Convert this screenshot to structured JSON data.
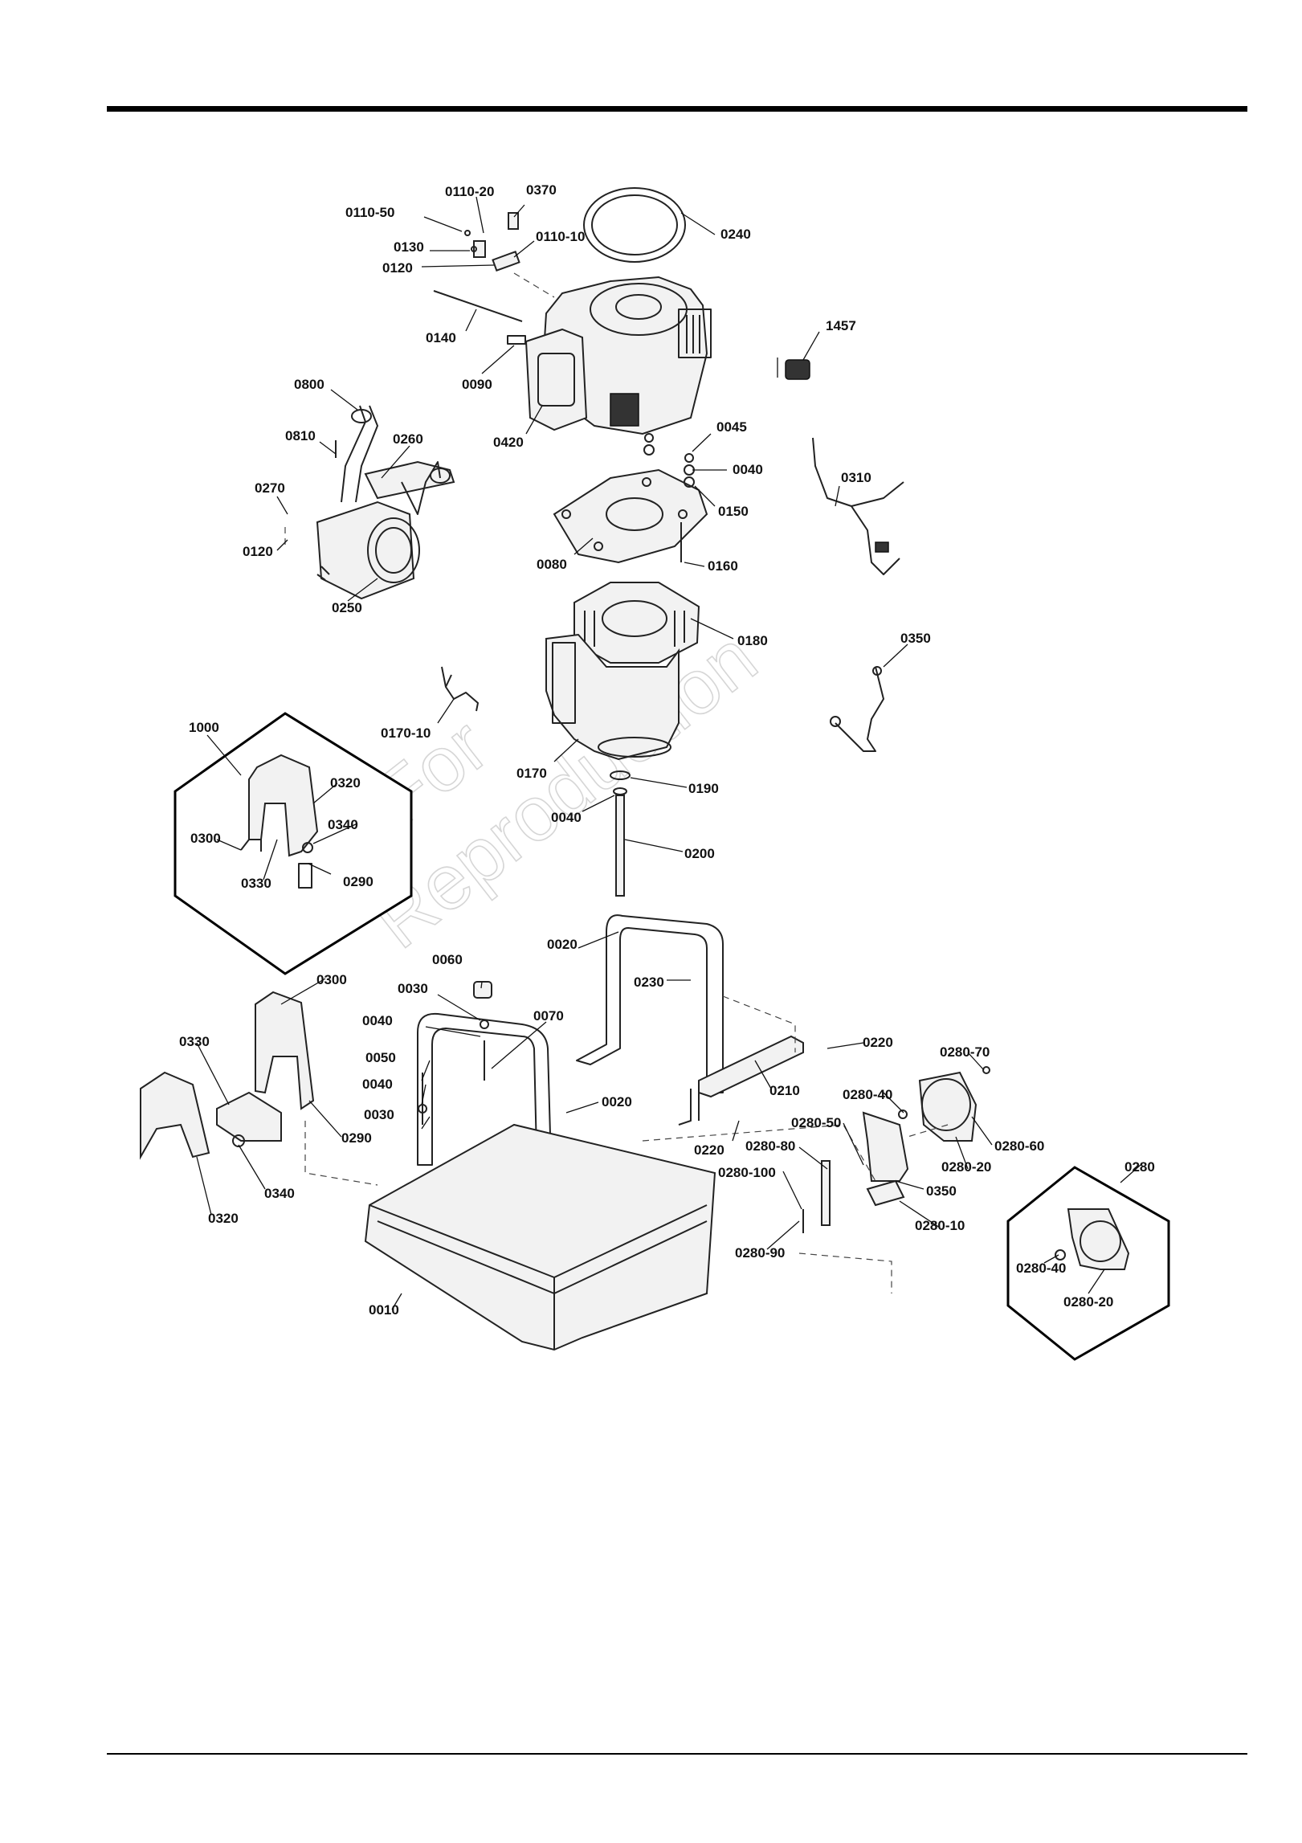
{
  "watermark": {
    "line1": "Not For",
    "line2": "Reproduction"
  },
  "callouts": {
    "c0110_20": "0110-20",
    "c0370": "0370",
    "c0110_50": "0110-50",
    "c0240": "0240",
    "c0130": "0130",
    "c0110_10": "0110-10",
    "c0120a": "0120",
    "c0140": "0140",
    "c1457": "1457",
    "c0090": "0090",
    "c0800": "0800",
    "c0420": "0420",
    "c0045": "0045",
    "c0810": "0810",
    "c0260": "0260",
    "c0040a": "0040",
    "c0310": "0310",
    "c0270": "0270",
    "c0150": "0150",
    "c0120b": "0120",
    "c0080": "0080",
    "c0160": "0160",
    "c0250": "0250",
    "c0180": "0180",
    "c0350a": "0350",
    "c1000": "1000",
    "c0170_10": "0170-10",
    "c0320a": "0320",
    "c0170": "0170",
    "c0190": "0190",
    "c0340a": "0340",
    "c0300a": "0300",
    "c0040b": "0040",
    "c0200": "0200",
    "c0330a": "0330",
    "c0290a": "0290",
    "c0020a": "0020",
    "c0060": "0060",
    "c0230": "0230",
    "c0300b": "0300",
    "c0030a": "0030",
    "c0070": "0070",
    "c0040c": "0040",
    "c0330b": "0330",
    "c0220a": "0220",
    "c0280_70": "0280-70",
    "c0050": "0050",
    "c0210": "0210",
    "c0280_40a": "0280-40",
    "c0040d": "0040",
    "c0020b": "0020",
    "c0030b": "0030",
    "c0290b": "0290",
    "c0280_60": "0280-60",
    "c0280_50": "0280-50",
    "c0220b": "0220",
    "c0280_20a": "0280-20",
    "c0280_80": "0280-80",
    "c0280": "0280",
    "c0340b": "0340",
    "c0280_100": "0280-100",
    "c0350b": "0350",
    "c0320b": "0320",
    "c0280_10": "0280-10",
    "c0280_90": "0280-90",
    "c0280_40b": "0280-40",
    "c0010": "0010",
    "c0280_20b": "0280-20"
  }
}
